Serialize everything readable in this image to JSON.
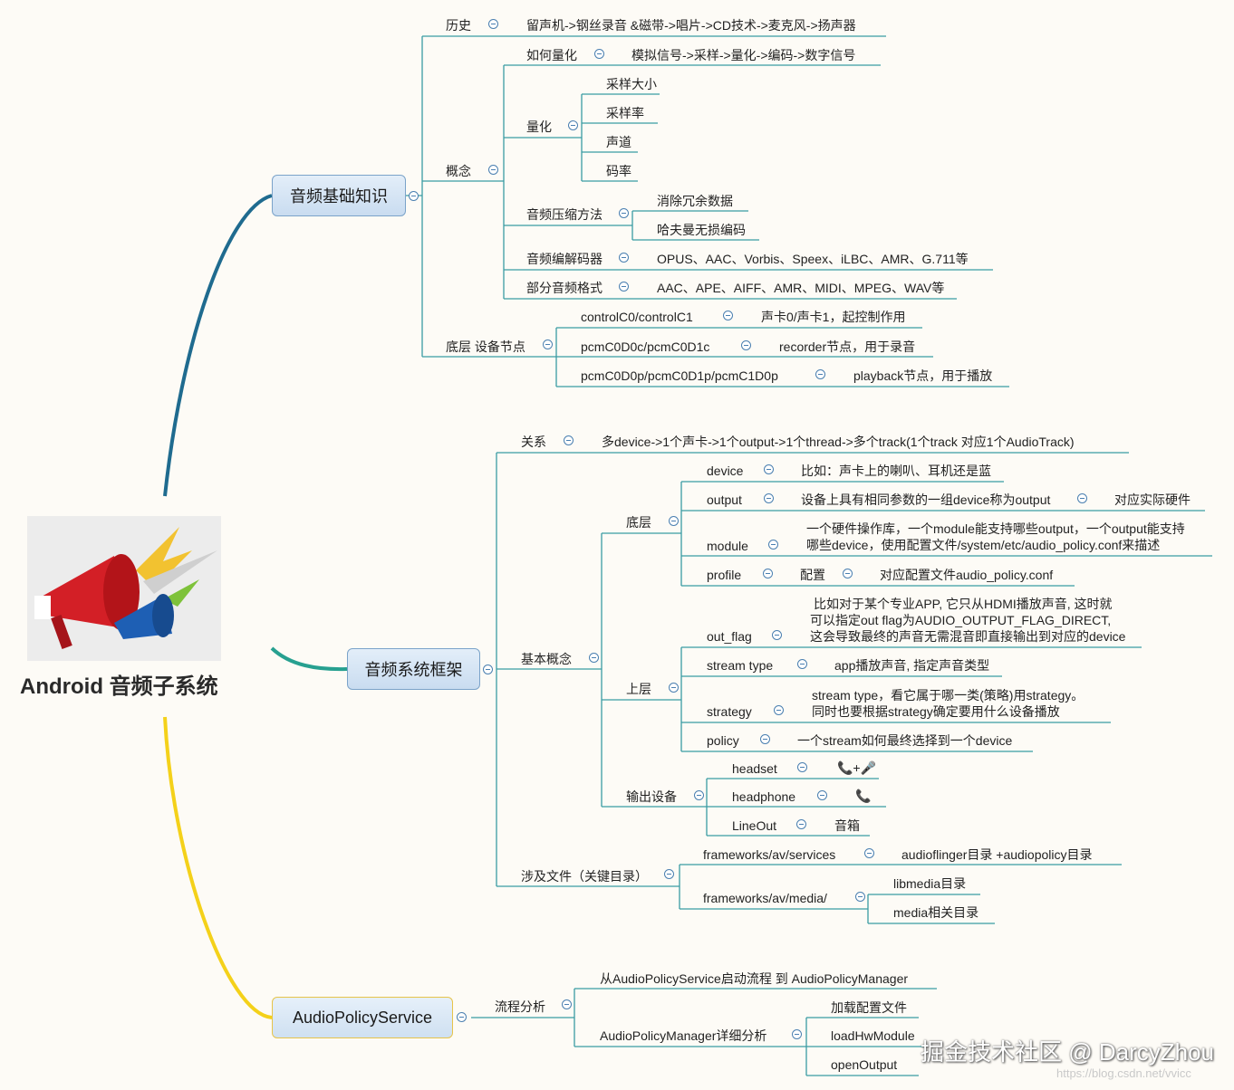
{
  "root": {
    "title": "Android 音频子系统",
    "image_icon": "megaphone-icon"
  },
  "colors": {
    "branch_top": "#1f6b8f",
    "branch_mid": "#27a090",
    "branch_bottom": "#f4d11a",
    "line": "#3a9ca3"
  },
  "branch_basics": {
    "title": "音频基础知识",
    "history": {
      "label": "历史",
      "value": "留声机->钢丝录音 &磁带->唱片->CD技术->麦克风->扬声器"
    },
    "concept": {
      "label": "概念",
      "quantize_how": {
        "label": "如何量化",
        "value": "模拟信号->采样->量化->编码->数字信号"
      },
      "quantize": {
        "label": "量化",
        "items": [
          "采样大小",
          "采样率",
          "声道",
          "码率"
        ]
      },
      "compress": {
        "label": "音频压缩方法",
        "items": [
          "消除冗余数据",
          "哈夫曼无损编码"
        ]
      },
      "codec": {
        "label": "音频编解码器",
        "value": "OPUS、AAC、Vorbis、Speex、iLBC、AMR、G.711等"
      },
      "formats": {
        "label": "部分音频格式",
        "value": "AAC、APE、AIFF、AMR、MIDI、MPEG、WAV等"
      }
    },
    "device_nodes": {
      "label": "底层 设备节点",
      "items": [
        {
          "label": "controlC0/controlC1",
          "value": "声卡0/声卡1，起控制作用"
        },
        {
          "label": "pcmC0D0c/pcmC0D1c",
          "value": "recorder节点，用于录音"
        },
        {
          "label": "pcmC0D0p/pcmC0D1p/pcmC1D0p",
          "value": "playback节点，用于播放"
        }
      ]
    }
  },
  "branch_framework": {
    "title": "音频系统框架",
    "relation": {
      "label": "关系",
      "value": "多device->1个声卡->1个output->1个thread->多个track(1个track 对应1个AudioTrack)"
    },
    "basic": {
      "label": "基本概念",
      "bottom": {
        "label": "底层",
        "device": {
          "label": "device",
          "value": "比如：声卡上的喇叭、耳机还是蓝"
        },
        "output": {
          "label": "output",
          "value": "设备上具有相同参数的一组device称为output",
          "extra": "对应实际硬件"
        },
        "module": {
          "label": "module",
          "line1": "一个硬件操作库，一个module能支持哪些output，一个output能支持",
          "line2": "哪些device，使用配置文件/system/etc/audio_policy.conf来描述"
        },
        "profile": {
          "label": "profile",
          "value": "配置",
          "extra": "对应配置文件audio_policy.conf"
        }
      },
      "upper": {
        "label": "上层",
        "out_flag": {
          "label": "out_flag",
          "line1": "比如对于某个专业APP, 它只从HDMI播放声音, 这时就",
          "line2": "可以指定out flag为AUDIO_OUTPUT_FLAG_DIRECT,",
          "line3": "这会导致最终的声音无需混音即直接输出到对应的device"
        },
        "stream_type": {
          "label": "stream type",
          "value": "app播放声音, 指定声音类型"
        },
        "strategy": {
          "label": "strategy",
          "line1": "stream type，看它属于哪一类(策略)用strategy。",
          "line2": "同时也要根据strategy确定要用什么设备播放"
        },
        "policy": {
          "label": "policy",
          "value": "一个stream如何最终选择到一个device"
        }
      },
      "output_dev": {
        "label": "输出设备",
        "headset": {
          "label": "headset",
          "value": "📞+🎤"
        },
        "headphone": {
          "label": "headphone",
          "value": "📞"
        },
        "lineout": {
          "label": "LineOut",
          "value": "音箱"
        }
      }
    },
    "files": {
      "label": "涉及文件（关键目录）",
      "services": {
        "label": "frameworks/av/services",
        "value": "audioflinger目录 +audiopolicy目录"
      },
      "media": {
        "label": "frameworks/av/media/",
        "items": [
          "libmedia目录",
          "media相关目录"
        ]
      }
    }
  },
  "branch_policy": {
    "title": "AudioPolicyService",
    "flow": {
      "label": "流程分析",
      "start": "从AudioPolicyService启动流程 到 AudioPolicyManager",
      "detail": {
        "label": "AudioPolicyManager详细分析",
        "items": [
          "加载配置文件",
          "loadHwModule",
          "openOutput"
        ]
      }
    }
  },
  "watermark": {
    "main": "掘金技术社区 @ DarcyZhou",
    "sub": "https://blog.csdn.net/vvicc"
  }
}
